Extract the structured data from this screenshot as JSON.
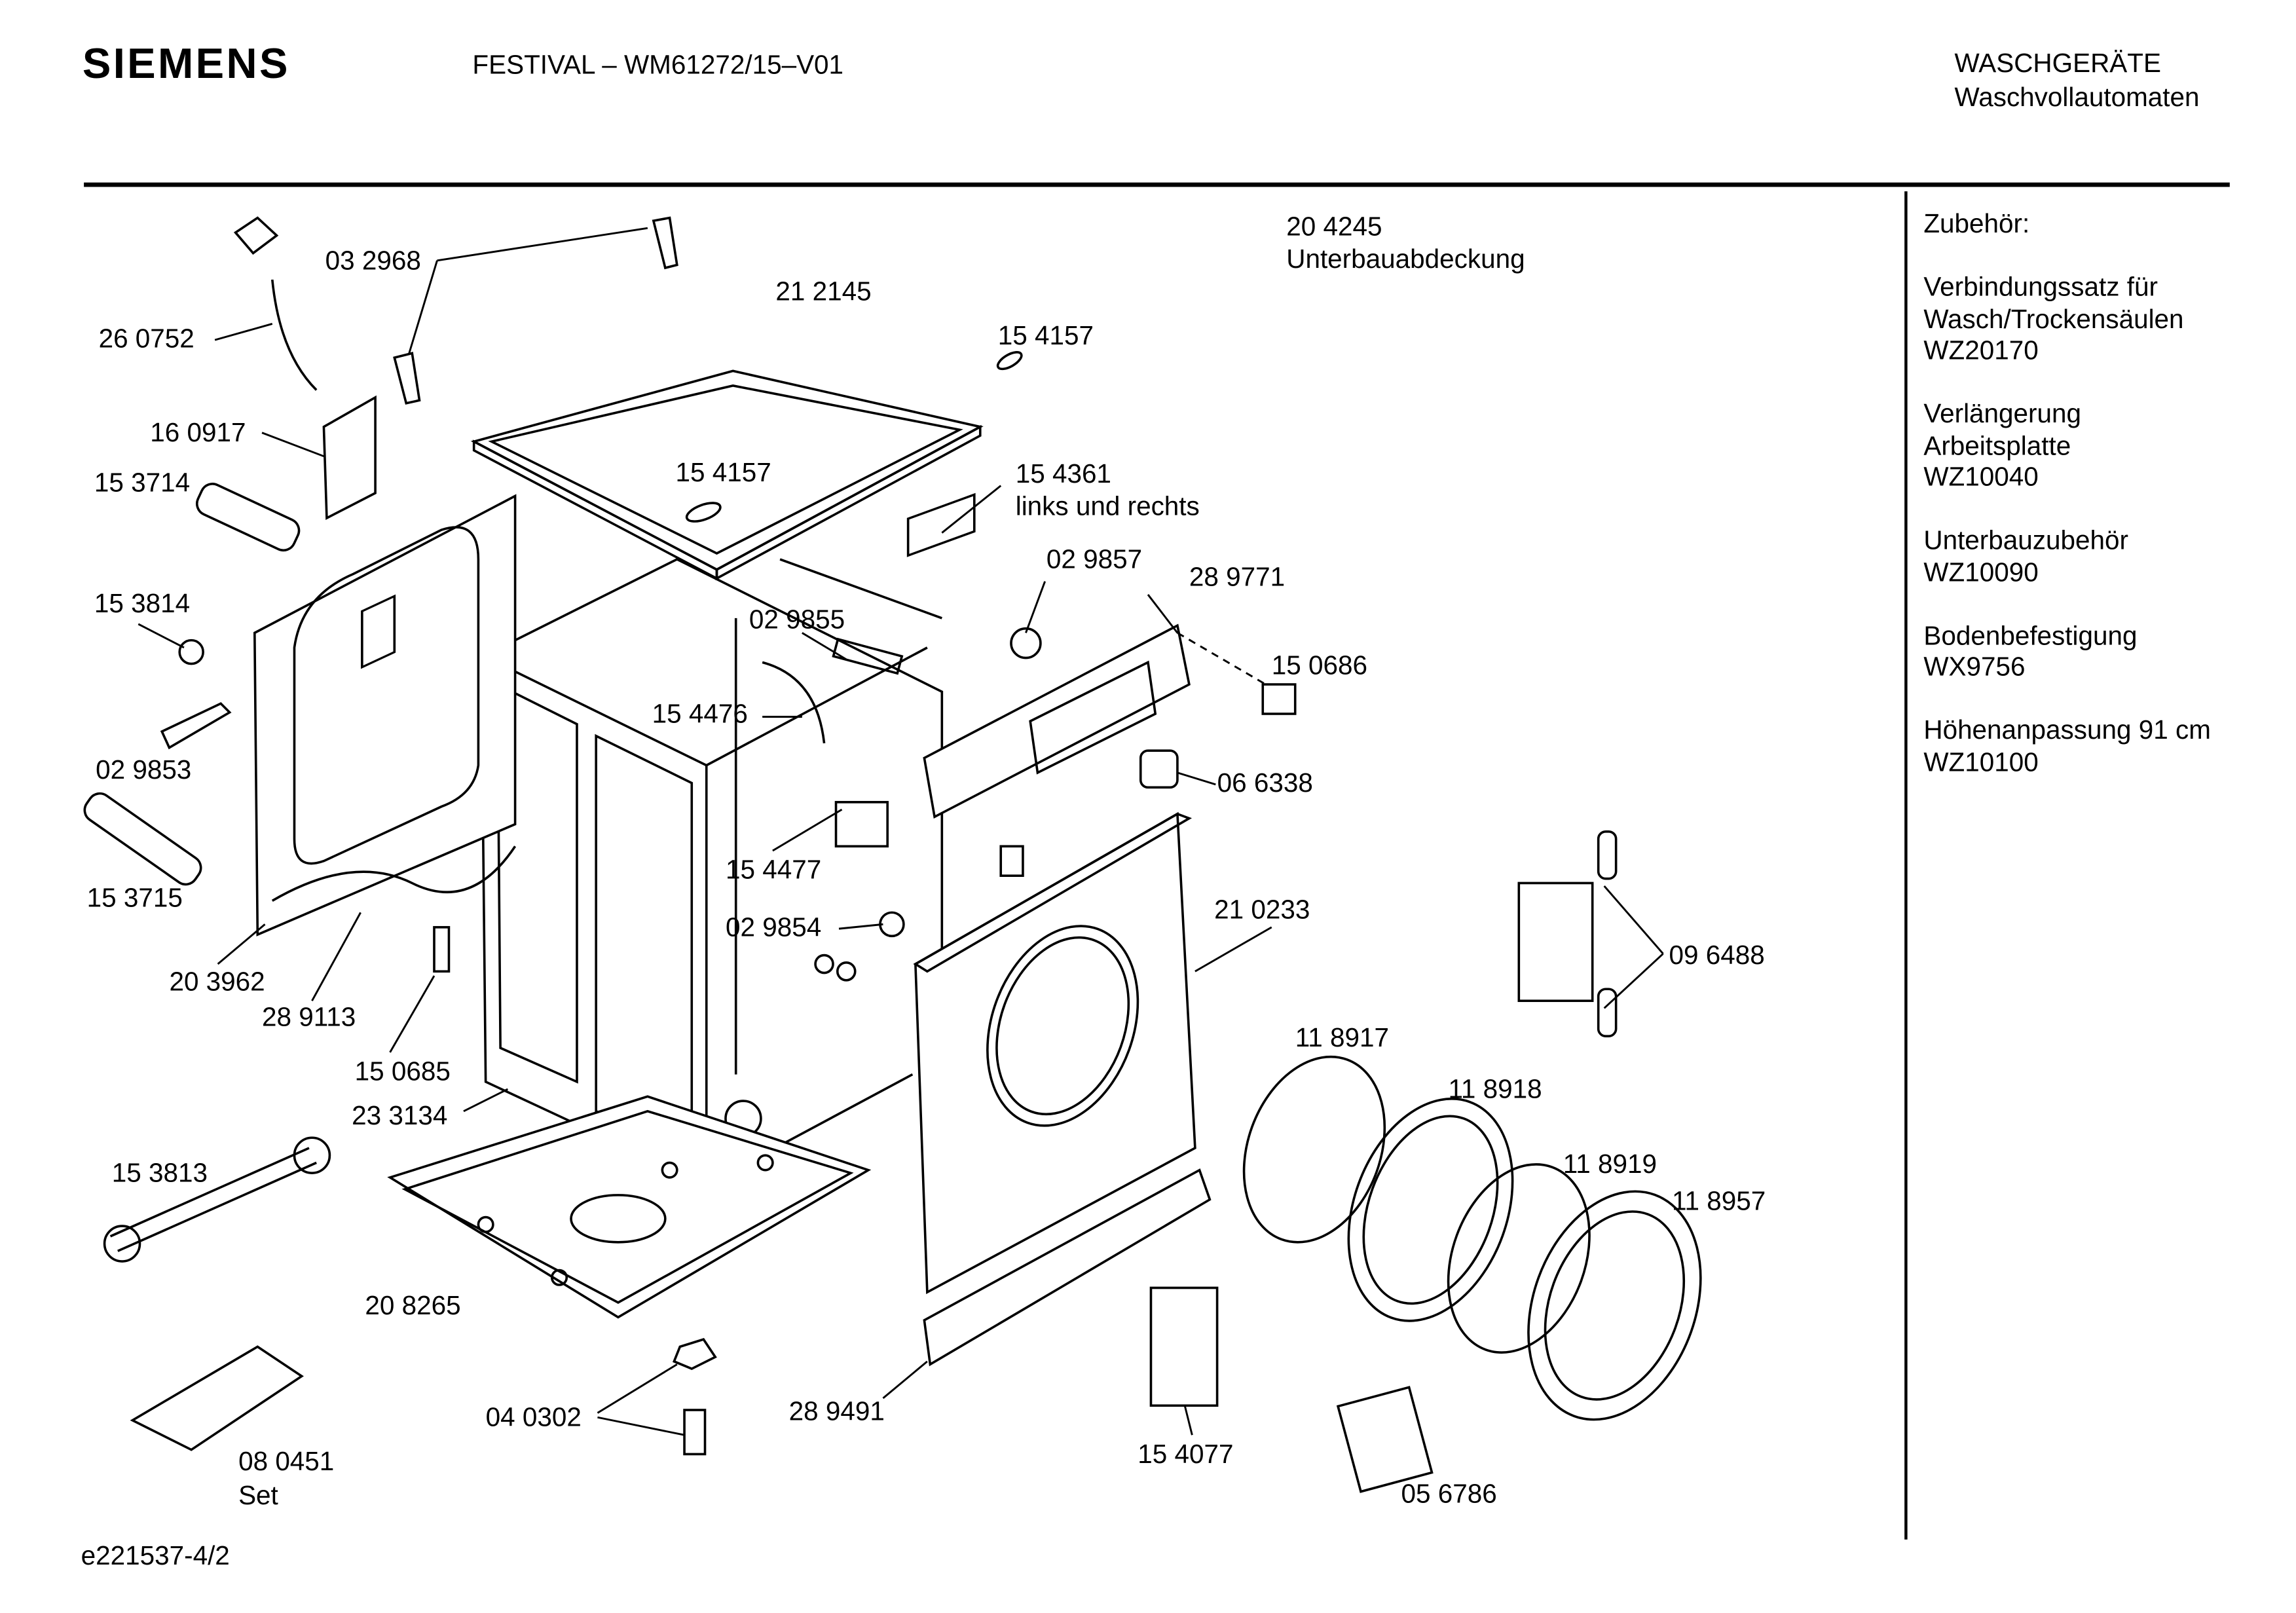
{
  "header": {
    "brand": "SIEMENS",
    "title": "FESTIVAL – WM61272/15–V01",
    "category": "WASCHGERÄTE",
    "subcategory": "Waschvollautomaten"
  },
  "accessories": {
    "heading": "Zubehör:",
    "items": [
      {
        "lines": [
          "Verbindungssatz für",
          "Wasch/Trockensäulen"
        ],
        "code": "WZ20170"
      },
      {
        "lines": [
          "Verlängerung",
          "Arbeitsplatte"
        ],
        "code": "WZ10040"
      },
      {
        "lines": [
          "Unterbauzubehör"
        ],
        "code": "WZ10090"
      },
      {
        "lines": [
          "Bodenbefestigung"
        ],
        "code": "WX9756"
      },
      {
        "lines": [
          "Höhenanpassung 91 cm"
        ],
        "code": "WZ10100"
      }
    ]
  },
  "parts": [
    {
      "num": "20 4245",
      "desc": "Unterbauabdeckung"
    },
    {
      "num": "03 2968"
    },
    {
      "num": "26 0752"
    },
    {
      "num": "21 2145"
    },
    {
      "num": "15 4157"
    },
    {
      "num": "16 0917"
    },
    {
      "num": "15 3714"
    },
    {
      "num": "15 4157"
    },
    {
      "num": "15 4361",
      "desc": "links und rechts"
    },
    {
      "num": "02 9857"
    },
    {
      "num": "28 9771"
    },
    {
      "num": "15 3814"
    },
    {
      "num": "02 9855"
    },
    {
      "num": "15 0686"
    },
    {
      "num": "15 4476"
    },
    {
      "num": "02 9853"
    },
    {
      "num": "06 6338"
    },
    {
      "num": "15 4477"
    },
    {
      "num": "15 3715"
    },
    {
      "num": "21 0233"
    },
    {
      "num": "02 9854"
    },
    {
      "num": "09 6488"
    },
    {
      "num": "20 3962"
    },
    {
      "num": "28 9113"
    },
    {
      "num": "11 8917"
    },
    {
      "num": "15 0685"
    },
    {
      "num": "11 8918"
    },
    {
      "num": "23 3134"
    },
    {
      "num": "11 8919"
    },
    {
      "num": "15 3813"
    },
    {
      "num": "11 8957"
    },
    {
      "num": "20 8265"
    },
    {
      "num": "28 9491"
    },
    {
      "num": "04 0302"
    },
    {
      "num": "08 0451",
      "desc": "Set"
    },
    {
      "num": "15 4077"
    },
    {
      "num": "05 6786"
    }
  ],
  "footer": {
    "doc_id": "e221537-4/2"
  }
}
